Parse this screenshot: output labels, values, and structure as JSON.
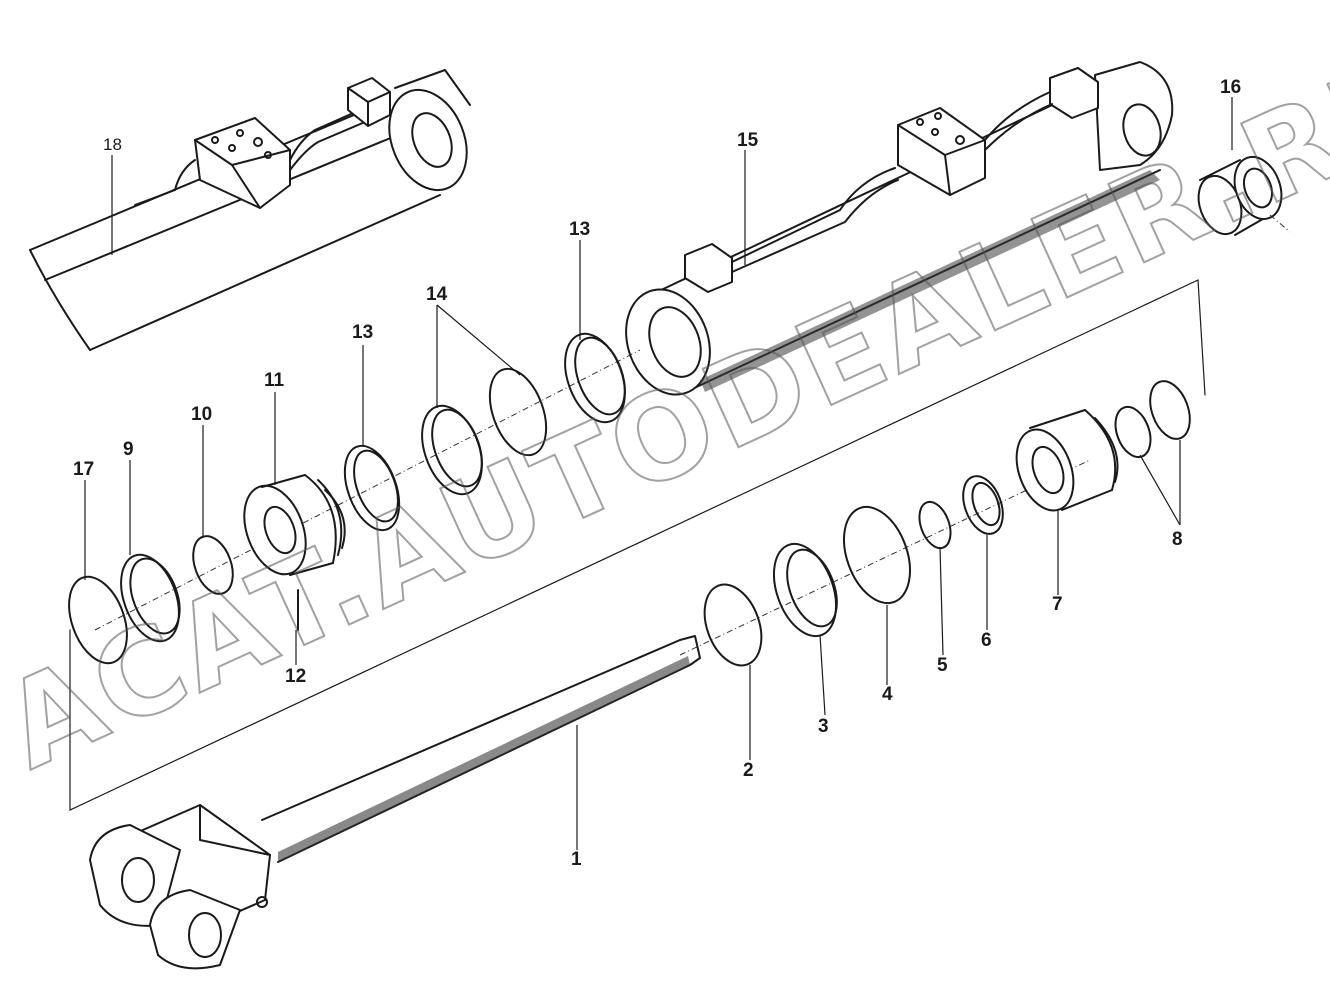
{
  "diagram": {
    "callouts": [
      {
        "id": "c1",
        "text": "1"
      },
      {
        "id": "c2",
        "text": "2"
      },
      {
        "id": "c3",
        "text": "3"
      },
      {
        "id": "c4",
        "text": "4"
      },
      {
        "id": "c5",
        "text": "5"
      },
      {
        "id": "c6",
        "text": "6"
      },
      {
        "id": "c7",
        "text": "7"
      },
      {
        "id": "c8",
        "text": "8"
      },
      {
        "id": "c9",
        "text": "9"
      },
      {
        "id": "c10",
        "text": "10"
      },
      {
        "id": "c11",
        "text": "11"
      },
      {
        "id": "c12",
        "text": "12"
      },
      {
        "id": "c13a",
        "text": "13"
      },
      {
        "id": "c13b",
        "text": "13"
      },
      {
        "id": "c14",
        "text": "14"
      },
      {
        "id": "c15",
        "text": "15"
      },
      {
        "id": "c16",
        "text": "16"
      },
      {
        "id": "c17",
        "text": "17"
      },
      {
        "id": "c18",
        "text": "18"
      }
    ]
  },
  "watermark": {
    "text": "ACAT.AUTODEALER.RU",
    "color": "#555555"
  },
  "colors": {
    "ink": "#1a1a1a",
    "background": "#ffffff"
  }
}
